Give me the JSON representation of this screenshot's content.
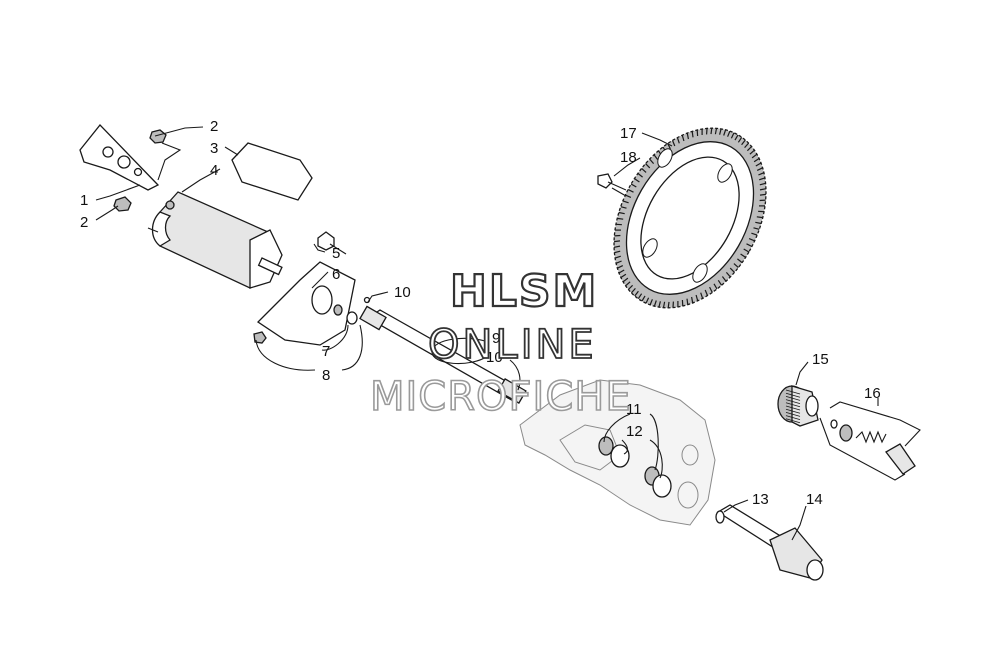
{
  "watermark": {
    "line1": "HLSM",
    "line2": "ONLINE",
    "line3": "MICROFICHE"
  },
  "callouts": {
    "c1": "1",
    "c2a": "2",
    "c2b": "2",
    "c3": "3",
    "c4": "4",
    "c5": "5",
    "c6": "6",
    "c7": "7",
    "c8": "8",
    "c9": "9",
    "c10a": "10",
    "c10b": "10",
    "c11": "11",
    "c12": "12",
    "c13": "13",
    "c14": "14",
    "c15": "15",
    "c16": "16",
    "c17": "17",
    "c18": "18"
  },
  "colors": {
    "line": "#1a1a1a",
    "background": "#ffffff"
  }
}
